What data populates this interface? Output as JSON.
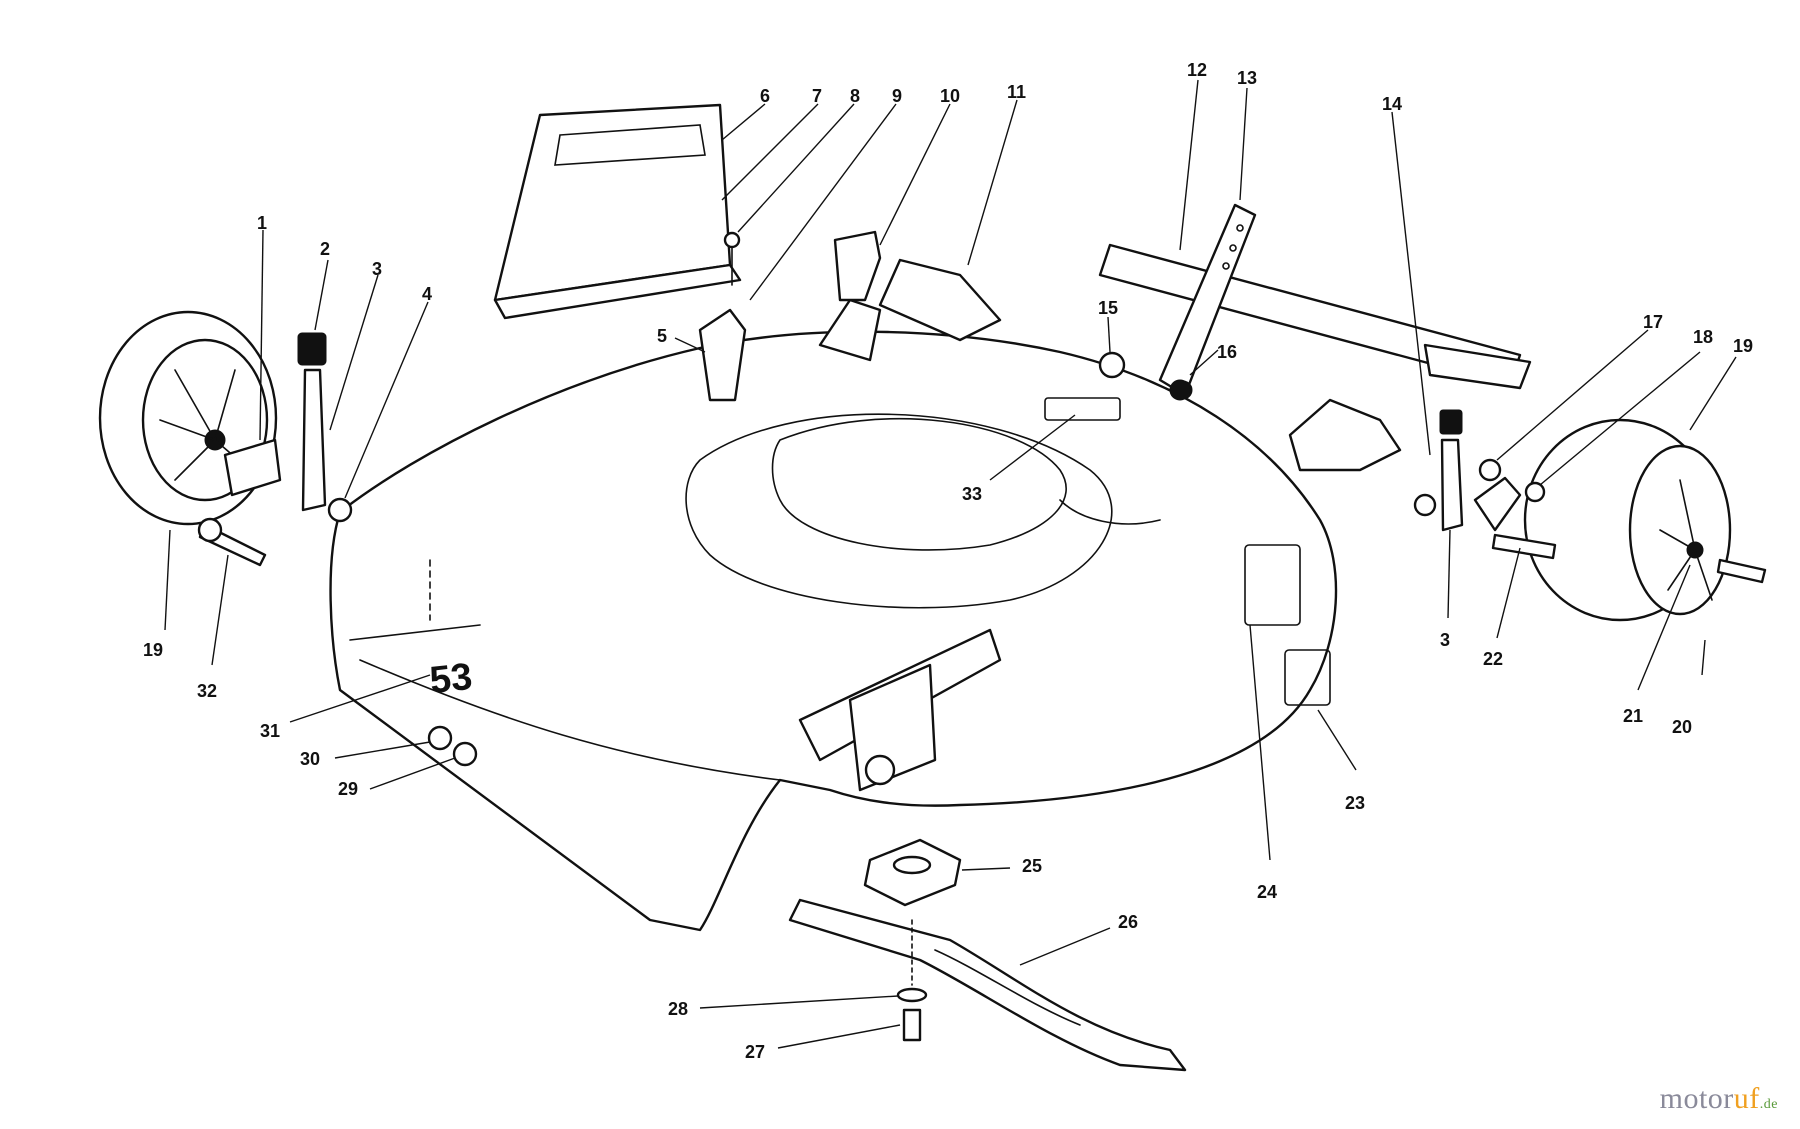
{
  "diagram": {
    "callouts": [
      {
        "id": "c1",
        "label": "1"
      },
      {
        "id": "c2",
        "label": "2"
      },
      {
        "id": "c3a",
        "label": "3"
      },
      {
        "id": "c4",
        "label": "4"
      },
      {
        "id": "c5",
        "label": "5"
      },
      {
        "id": "c6",
        "label": "6"
      },
      {
        "id": "c7",
        "label": "7"
      },
      {
        "id": "c8",
        "label": "8"
      },
      {
        "id": "c9",
        "label": "9"
      },
      {
        "id": "c10",
        "label": "10"
      },
      {
        "id": "c11",
        "label": "11"
      },
      {
        "id": "c12",
        "label": "12"
      },
      {
        "id": "c13",
        "label": "13"
      },
      {
        "id": "c14",
        "label": "14"
      },
      {
        "id": "c15",
        "label": "15"
      },
      {
        "id": "c16",
        "label": "16"
      },
      {
        "id": "c17",
        "label": "17"
      },
      {
        "id": "c18",
        "label": "18"
      },
      {
        "id": "c19a",
        "label": "19"
      },
      {
        "id": "c19b",
        "label": "19"
      },
      {
        "id": "c20",
        "label": "20"
      },
      {
        "id": "c21",
        "label": "21"
      },
      {
        "id": "c22",
        "label": "22"
      },
      {
        "id": "c3b",
        "label": "3"
      },
      {
        "id": "c23",
        "label": "23"
      },
      {
        "id": "c24",
        "label": "24"
      },
      {
        "id": "c25",
        "label": "25"
      },
      {
        "id": "c26",
        "label": "26"
      },
      {
        "id": "c27",
        "label": "27"
      },
      {
        "id": "c28",
        "label": "28"
      },
      {
        "id": "c29",
        "label": "29"
      },
      {
        "id": "c30",
        "label": "30"
      },
      {
        "id": "c31",
        "label": "31"
      },
      {
        "id": "c32",
        "label": "32"
      },
      {
        "id": "c33",
        "label": "33"
      }
    ],
    "deck_decal": "53"
  },
  "watermark": {
    "brand_a": "motor",
    "brand_b": "uf",
    "tld": ".de"
  }
}
